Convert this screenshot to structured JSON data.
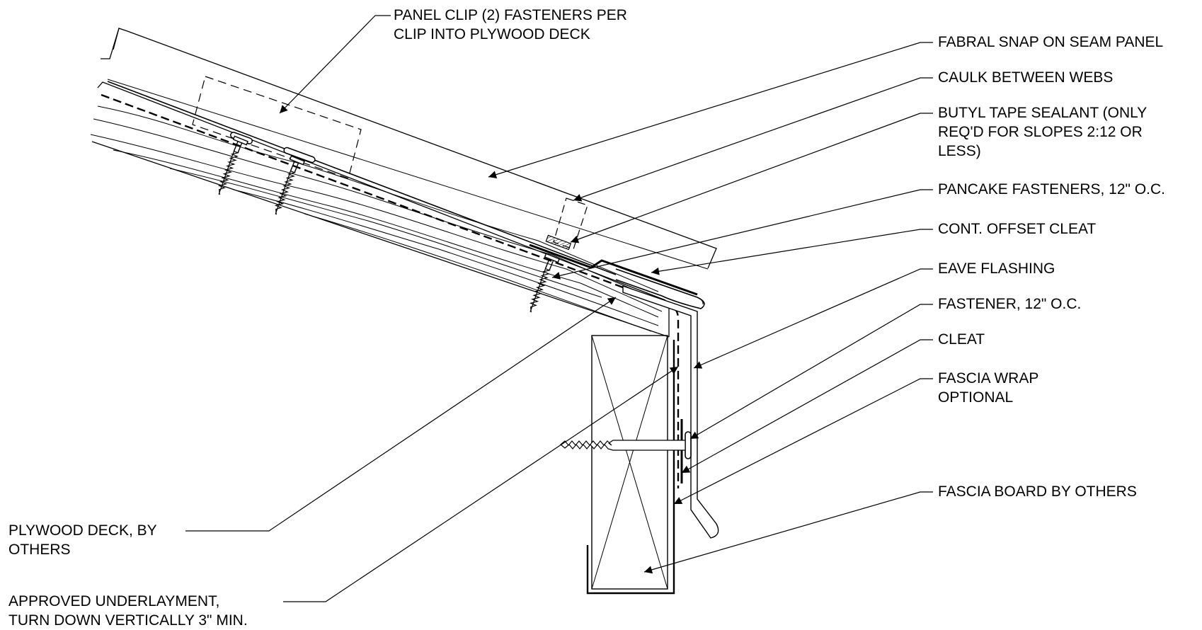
{
  "callouts": {
    "panel_clip": {
      "line1": "PANEL CLIP (2) FASTENERS PER",
      "line2": "CLIP INTO PLYWOOD DECK"
    },
    "panel": {
      "line1": "FABRAL SNAP ON SEAM PANEL"
    },
    "caulk": {
      "line1": "CAULK BETWEEN WEBS"
    },
    "butyl": {
      "line1": "BUTYL TAPE SEALANT (ONLY",
      "line2": "REQ'D FOR SLOPES 2:12 OR",
      "line3": "LESS)"
    },
    "pancake": {
      "line1": "PANCAKE FASTENERS, 12\" O.C."
    },
    "offset_cleat": {
      "line1": "CONT. OFFSET CLEAT"
    },
    "eave_flashing": {
      "line1": "EAVE FLASHING"
    },
    "fastener": {
      "line1": "FASTENER, 12\" O.C."
    },
    "cleat": {
      "line1": "CLEAT"
    },
    "fascia_wrap": {
      "line1": "FASCIA WRAP",
      "line2": "OPTIONAL"
    },
    "fascia_board": {
      "line1": "FASCIA BOARD BY OTHERS"
    },
    "plywood": {
      "line1": "PLYWOOD DECK, BY",
      "line2": "OTHERS"
    },
    "underlayment": {
      "line1": "APPROVED UNDERLAYMENT,",
      "line2": "TURN DOWN VERTICALLY 3\" MIN."
    }
  },
  "colors": {
    "ink": "#000000",
    "paper": "#ffffff"
  }
}
